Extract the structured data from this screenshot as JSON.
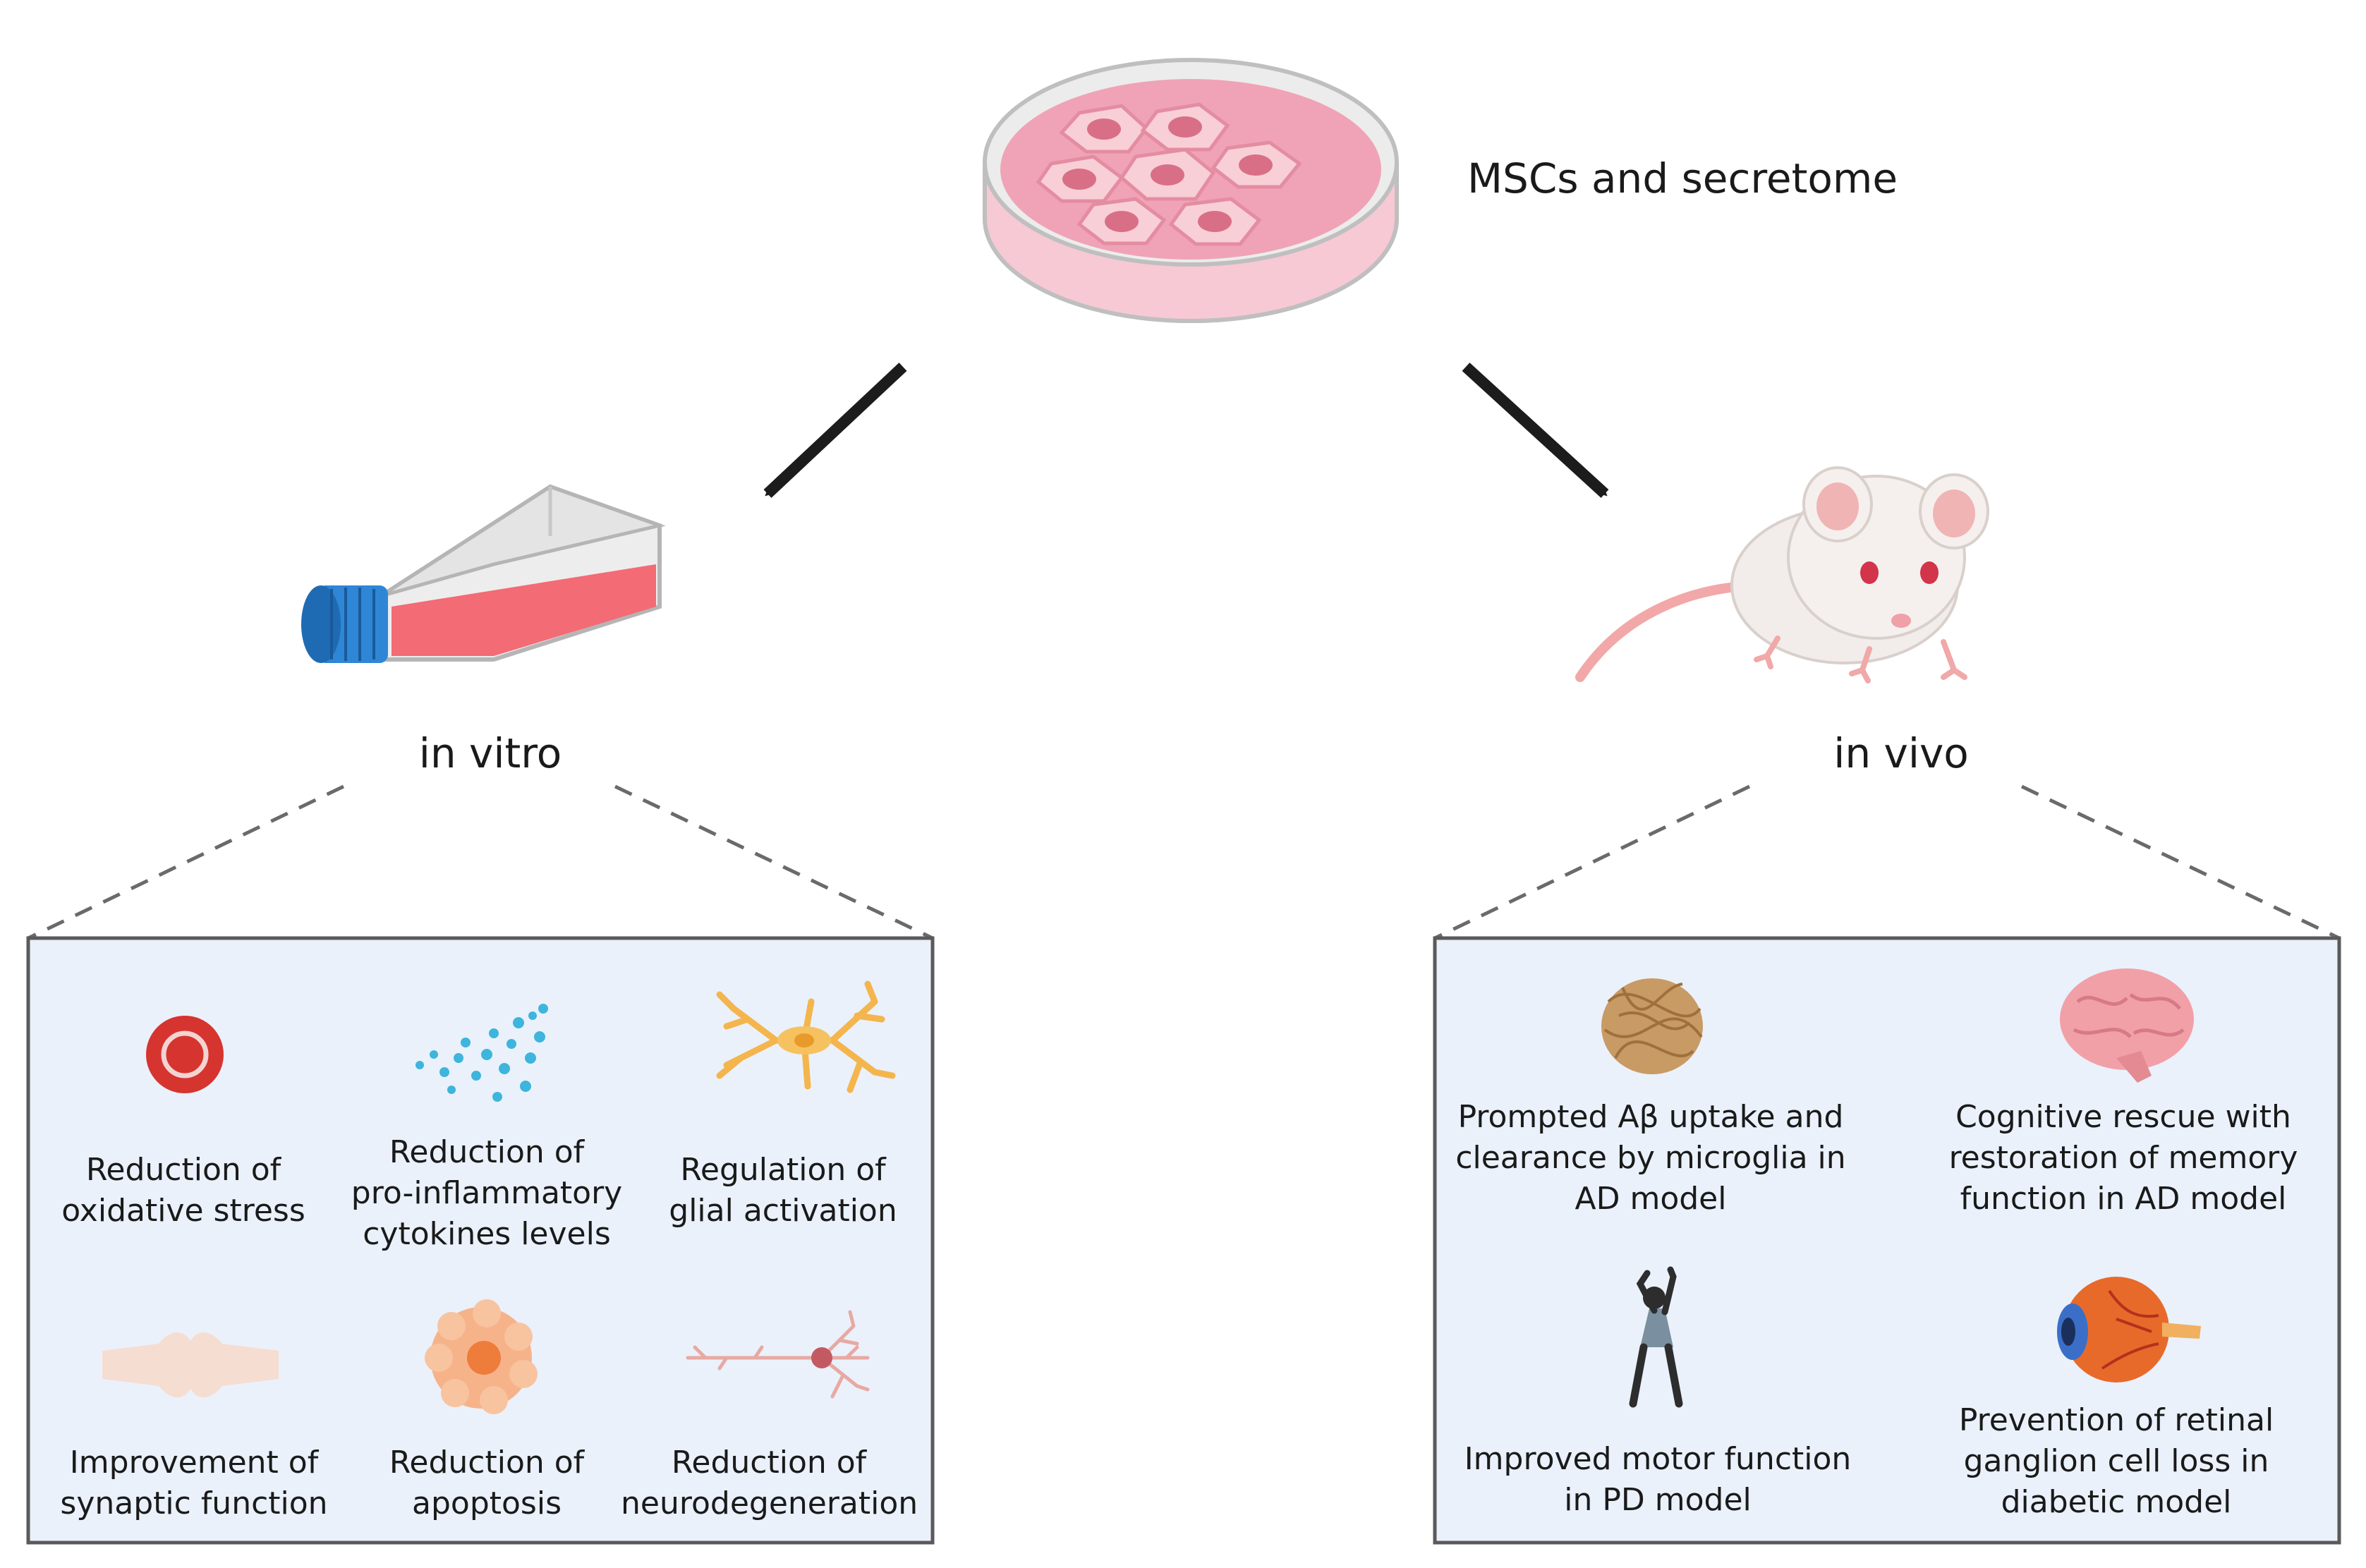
{
  "source": {
    "label": "MSCs and secretome"
  },
  "branches": [
    {
      "id": "in-vitro",
      "label": "in vitro",
      "items": [
        {
          "icon": "oxidative-stress-icon",
          "text": "Reduction of\noxidative stress"
        },
        {
          "icon": "cytokines-icon",
          "text": "Reduction of\npro-inflammatory\ncytokines levels"
        },
        {
          "icon": "glial-cell-icon",
          "text": "Regulation of\nglial activation"
        },
        {
          "icon": "synapse-icon",
          "text": "Improvement of\nsynaptic function"
        },
        {
          "icon": "apoptotic-cell-icon",
          "text": "Reduction of\napoptosis"
        },
        {
          "icon": "neuron-icon",
          "text": "Reduction of\nneurodegeneration"
        }
      ]
    },
    {
      "id": "in-vivo",
      "label": "in vivo",
      "items": [
        {
          "icon": "amyloid-plaque-icon",
          "text": "Prompted Aβ uptake and\nclearance by microglia in\nAD model"
        },
        {
          "icon": "brain-icon",
          "text": "Cognitive rescue with\nrestoration of memory\nfunction in AD model"
        },
        {
          "icon": "person-exercising-icon",
          "text": "Improved motor function\nin PD model"
        },
        {
          "icon": "eye-icon",
          "text": "Prevention of retinal\nganglion cell loss in\ndiabetic model"
        }
      ]
    }
  ],
  "colors": {
    "panel_fill": "#eaf1fb",
    "panel_border": "#5a5a5a",
    "arrow": "#1c1c1c",
    "dish_pink": "#f0a3b6",
    "flask_cap": "#2f86d6",
    "flask_medium": "#f26b75",
    "mouse_body": "#f2ecea",
    "ear_pink": "#f0b4b4"
  }
}
